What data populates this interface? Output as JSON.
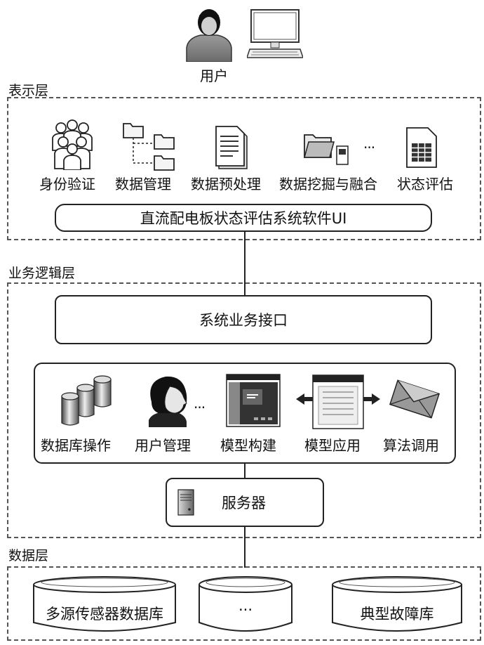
{
  "user": {
    "label": "用户",
    "icons": [
      "user-icon",
      "computer-icon"
    ]
  },
  "presentation_layer": {
    "label": "表示层",
    "modules": [
      {
        "label": "身份验证",
        "icon": "people-group-icon"
      },
      {
        "label": "数据管理",
        "icon": "folder-tree-icon"
      },
      {
        "label": "数据预处理",
        "icon": "document-icon"
      },
      {
        "label": "数据挖掘与融合",
        "icon": "folder-phone-icon"
      },
      {
        "label": "状态评估",
        "icon": "spreadsheet-icon"
      }
    ],
    "ellipsis": "···",
    "ui_box": "直流配电板状态评估系统软件UI"
  },
  "business_layer": {
    "label": "业务逻辑层",
    "interface_box": "系统业务接口",
    "modules": [
      {
        "label": "数据库操作",
        "icon": "database-stack-icon"
      },
      {
        "label": "用户管理",
        "icon": "person-portrait-icon"
      },
      {
        "label": "模型构建",
        "icon": "model-window-icon"
      },
      {
        "label": "模型应用",
        "icon": "doc-arrows-icon"
      },
      {
        "label": "算法调用",
        "icon": "envelope-icon"
      }
    ],
    "ellipsis": "···",
    "server": {
      "label": "服务器",
      "icon": "server-icon"
    }
  },
  "data_layer": {
    "label": "数据层",
    "databases": [
      "多源传感器数据库",
      "···",
      "典型故障库"
    ]
  }
}
